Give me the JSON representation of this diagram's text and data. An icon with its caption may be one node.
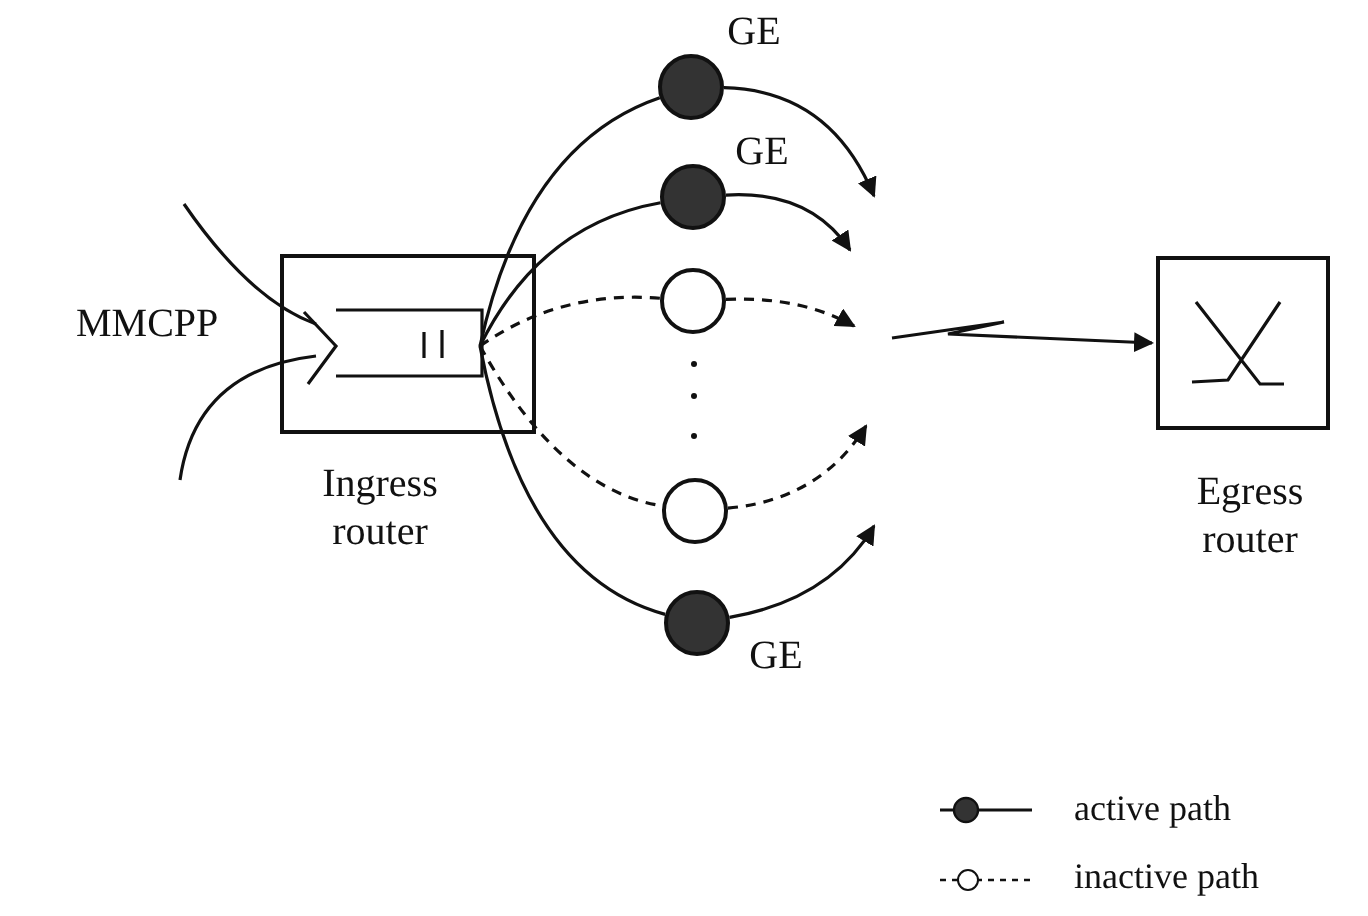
{
  "diagram": {
    "nodes": [
      {
        "text": [],
        "shape": "box",
        "beside": [
          "Ingress router"
        ]
      },
      {
        "text": [],
        "shape": "box",
        "beside": [
          "Egress router"
        ]
      },
      {
        "text": [],
        "shape": "circle",
        "beside": [
          "GE"
        ]
      },
      {
        "text": [],
        "shape": "circle",
        "beside": [
          "GE"
        ]
      },
      {
        "text": [],
        "shape": "circle"
      },
      {
        "text": [],
        "shape": "circle"
      },
      {
        "text": [],
        "shape": "circle",
        "beside": [
          "GE"
        ]
      }
    ],
    "edges": [
      {
        "from": null,
        "to": 0,
        "arrow": "none"
      },
      {
        "from": null,
        "to": 0,
        "arrow": "none"
      },
      {
        "from": 0,
        "to": 2,
        "arrow": "none"
      },
      {
        "from": 0,
        "to": 3,
        "arrow": "none"
      },
      {
        "from": 0,
        "to": 4,
        "arrow": "none",
        "style": "dashed"
      },
      {
        "from": 0,
        "to": 5,
        "arrow": "none",
        "style": "dashed"
      },
      {
        "from": 0,
        "to": 6,
        "arrow": "none"
      },
      {
        "from": 2,
        "to": null,
        "arrow": "to"
      },
      {
        "from": 3,
        "to": null,
        "arrow": "to"
      },
      {
        "from": 4,
        "to": null,
        "arrow": "to",
        "style": "dashed"
      },
      {
        "from": 5,
        "to": null,
        "arrow": "to",
        "style": "dashed"
      },
      {
        "from": 6,
        "to": null,
        "arrow": "to"
      },
      {
        "from": null,
        "to": 1,
        "arrow": "to"
      }
    ],
    "labels": [
      "MMCPP"
    ],
    "legend": [
      {
        "text": "active path"
      },
      {
        "text": "inactive path"
      }
    ]
  }
}
